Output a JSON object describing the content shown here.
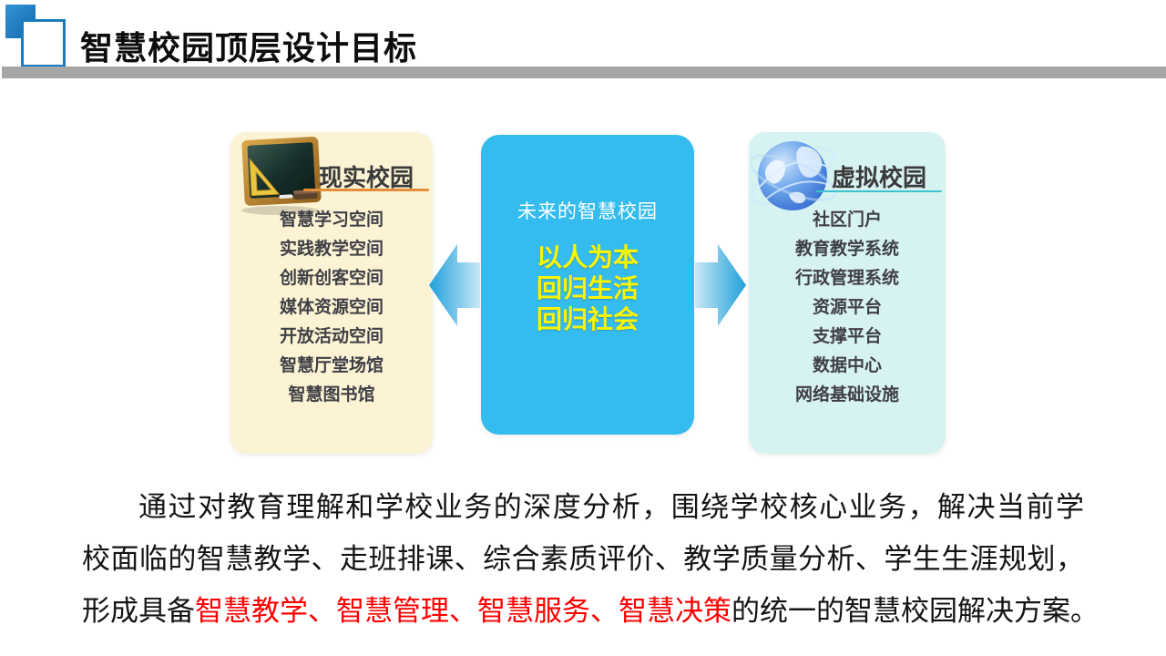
{
  "header": {
    "title": "智慧校园顶层设计目标"
  },
  "panels": {
    "real_campus": {
      "title": "现实校园",
      "icon": "blackboard-icon",
      "bg_color": "#fcf3d4",
      "accent_color": "#e58e3a",
      "items": [
        "智慧学习空间",
        "实践教学空间",
        "创新创客空间",
        "媒体资源空间",
        "开放活动空间",
        "智慧厅堂场馆",
        "智慧图书馆"
      ]
    },
    "future_campus": {
      "subtitle": "未来的智慧校园",
      "slogan_lines": [
        "以人为本",
        "回归生活",
        "回归社会"
      ],
      "bg_color": "#35bcee",
      "slogan_color": "#fcf400"
    },
    "virtual_campus": {
      "title": "虚拟校园",
      "icon": "globe-icon",
      "bg_color": "#d7f3f1",
      "accent_color": "#3ec3ce",
      "items": [
        "社区门户",
        "教育教学系统",
        "行政管理系统",
        "资源平台",
        "支撑平台",
        "数据中心",
        "网络基础设施"
      ]
    }
  },
  "arrows": {
    "left": "arrow-left-icon",
    "right": "arrow-right-icon",
    "color": "#1fa0da"
  },
  "paragraph": {
    "line1": "通过对教育理解和学校业务的深度分析，围绕学校核心业务，解决当前学",
    "line2": "校面临的智慧教学、走班排课、综合素质评价、教学质量分析、学生生涯规划，",
    "line3_prefix": "形成具备",
    "line3_highlight": "智慧教学、智慧管理、智慧服务、智慧决策",
    "line3_suffix": "的统一的智慧校园解决方案。",
    "highlight_color": "#ff0000"
  }
}
